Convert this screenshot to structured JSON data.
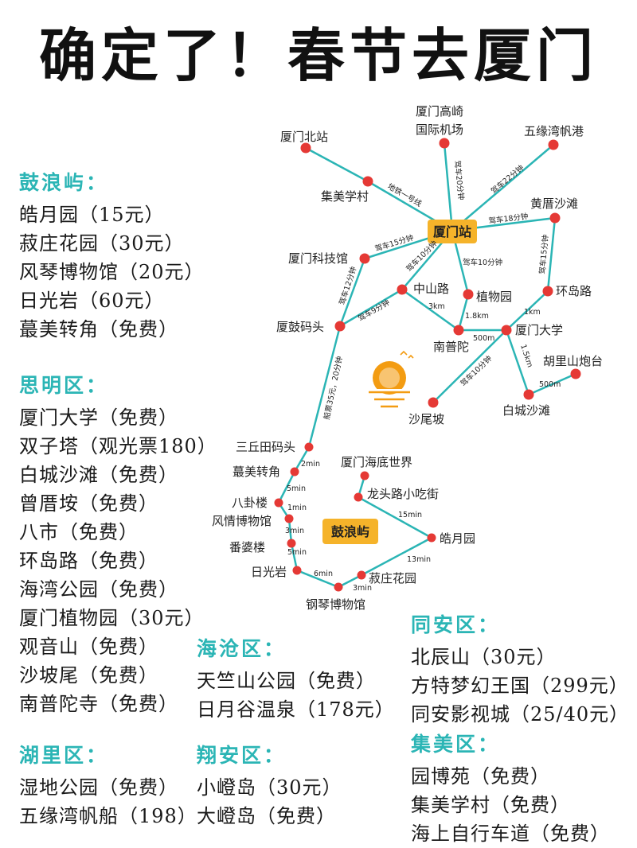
{
  "title": "确定了！春节去厦门",
  "sections": {
    "gulangyu": {
      "title": "鼓浪屿：",
      "items": [
        "皓月园（15元）",
        "菽庄花园（30元）",
        "风琴博物馆（20元）",
        "日光岩（60元）",
        "蕞美转角（免费）"
      ]
    },
    "siming": {
      "title": "思明区：",
      "items": [
        "厦门大学（免费）",
        "双子塔（观光票180）",
        "白城沙滩（免费）",
        "曾厝垵（免费）",
        "八市（免费）",
        "环岛路（免费）",
        "海湾公园（免费）",
        "厦门植物园（30元）",
        "观音山（免费）",
        "沙坡尾（免费）",
        "南普陀寺（免费）"
      ]
    },
    "huli": {
      "title": "湖里区：",
      "items": [
        "湿地公园（免费）",
        "五缘湾帆船（198）"
      ]
    },
    "haicang": {
      "title": "海沧区：",
      "items": [
        "天竺山公园（免费）",
        "日月谷温泉（178元）"
      ]
    },
    "xiangan": {
      "title": "翔安区：",
      "items": [
        "小嶝岛（30元）",
        "大嶝岛（免费）"
      ]
    },
    "tongan": {
      "title": "同安区：",
      "items": [
        "北辰山（30元）",
        "方特梦幻王国（299元）",
        "同安影视城（25/40元）"
      ]
    },
    "jimei": {
      "title": "集美区：",
      "items": [
        "园博苑（免费）",
        "集美学村（免费）",
        "海上自行车道（免费）"
      ]
    }
  },
  "map": {
    "hubs": {
      "xiamen_station": "厦门站",
      "gulangyu": "鼓浪屿"
    },
    "nodes": {
      "xiamen_north": "厦门北站",
      "airport_line1": "厦门高崎",
      "airport_line2": "国际机场",
      "wuyuanwan_port": "五缘湾帆港",
      "jimei_school": "集美学村",
      "huangcuo_beach": "黄厝沙滩",
      "tech_museum": "厦门科技馆",
      "zhongshan_road": "中山路",
      "botanical_garden": "植物园",
      "huandao_road": "环岛路",
      "xiagu_pier": "厦鼓码头",
      "nanputuo": "南普陀",
      "xiamen_university": "厦门大学",
      "hulishan_fort": "胡里山炮台",
      "shapowei": "沙尾坡",
      "baicheng_beach": "白城沙滩",
      "sanqiutian_pier": "三丘田码头",
      "zuimei_corner": "蕞美转角",
      "bagua_building": "八卦楼",
      "fengqing_museum": "风情博物馆",
      "fanpo_building": "番婆楼",
      "sunlight_rock": "日光岩",
      "piano_museum": "钢琴博物馆",
      "shuzhuang_garden": "菽庄花园",
      "haoyue_garden": "皓月园",
      "undersea_world": "厦门海底世界",
      "longtou_snack_street": "龙头路小吃街"
    },
    "edges": {
      "metro_line1": "地铁一号线",
      "drive_20": "驾车20分钟",
      "drive_22": "驾车22分钟",
      "drive_18": "驾车18分钟",
      "drive_15_tech": "驾车15分钟",
      "drive_10_zs": "驾车10分钟",
      "drive_10_bot": "驾车10分钟",
      "drive_15_hd": "驾车15分钟",
      "drive_12": "驾车12分钟",
      "drive_9": "驾车9分钟",
      "km3": "3km",
      "km1_8": "1.8km",
      "m500_np": "500m",
      "km1": "1km",
      "km1_5": "1.5km",
      "m500_hl": "500m",
      "drive_10_sp": "驾车10分钟",
      "ferry": "船票35元，20分钟",
      "min2": "2min",
      "min5_a": "5min",
      "min1": "1min",
      "min3_a": "3min",
      "min5_b": "5min",
      "min6": "6min",
      "min3_b": "3min",
      "min13": "13min",
      "min15": "15min"
    },
    "colors": {
      "line": "#2bb5b5",
      "node": "#e53935",
      "hub": "#f5b32a",
      "sun": "#f39c12",
      "section_title": "#2bb5b5"
    }
  }
}
